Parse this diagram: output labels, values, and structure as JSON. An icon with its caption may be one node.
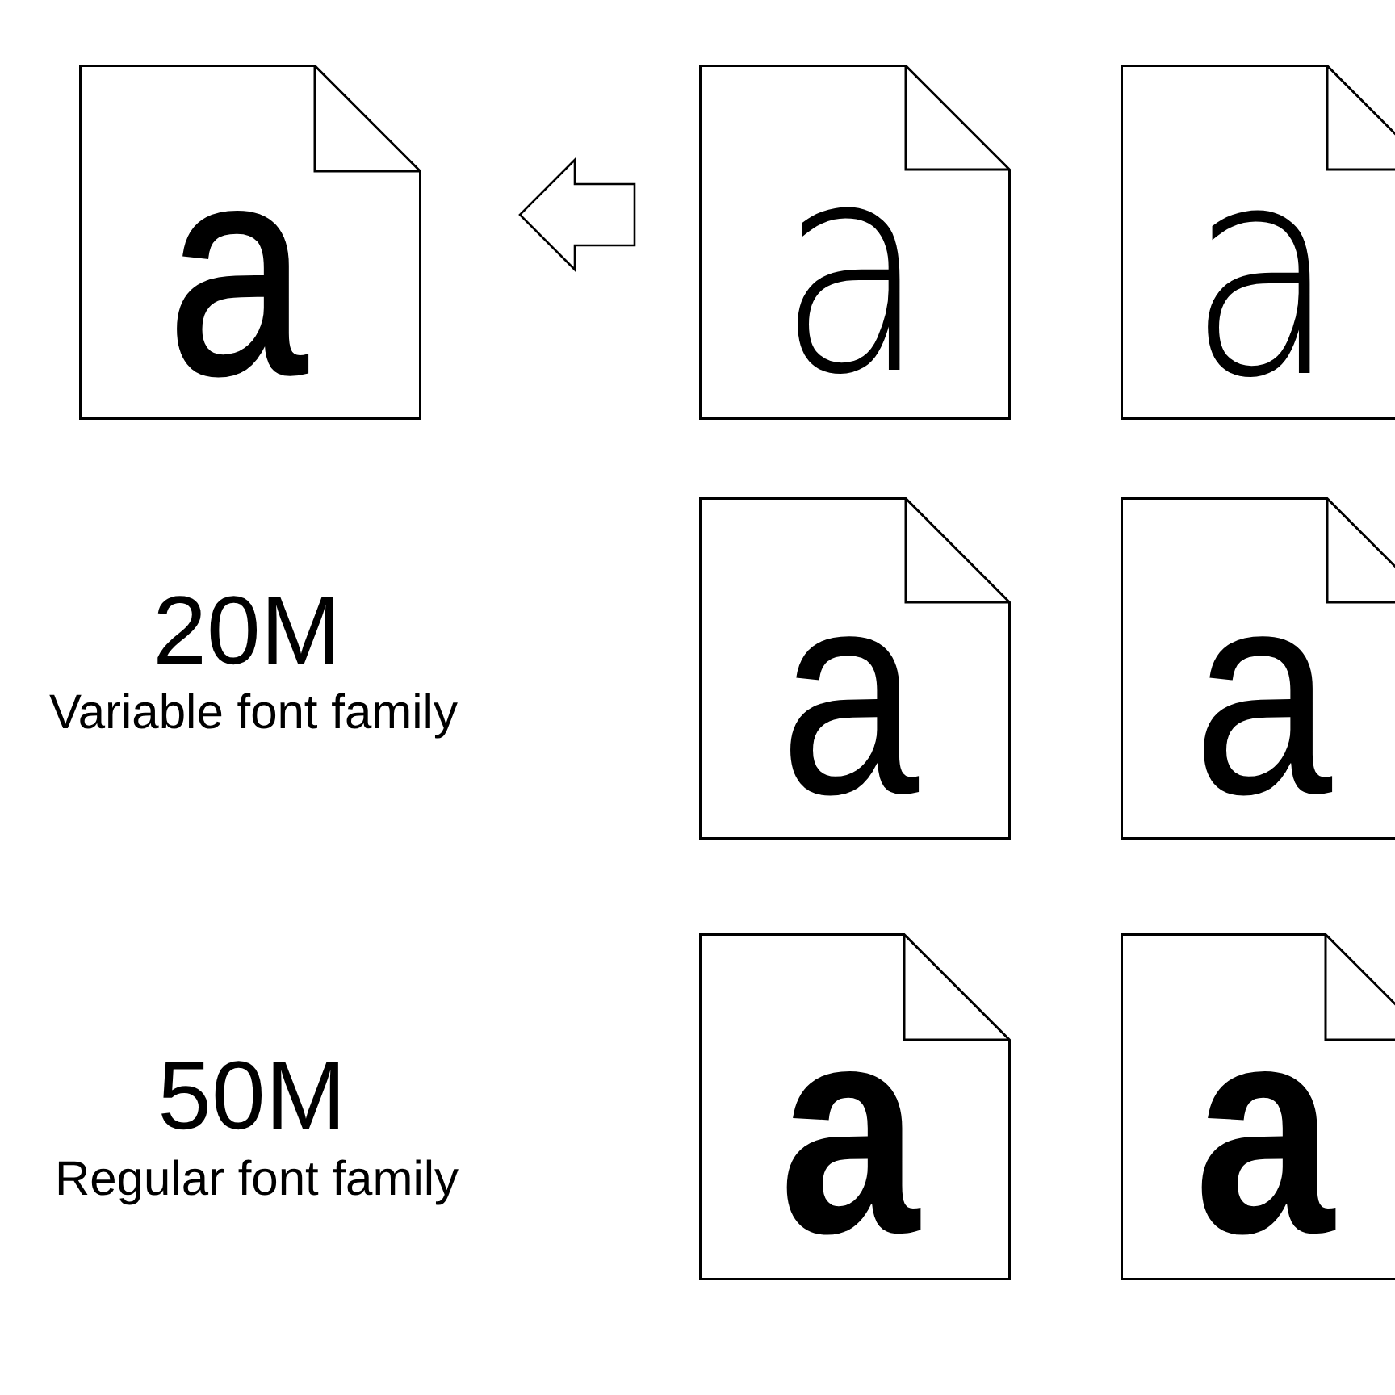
{
  "diagram": {
    "nodes": [
      {
        "text": [
          "a"
        ]
      },
      {
        "text": [
          "a"
        ]
      },
      {
        "text": [
          "a"
        ]
      },
      {
        "text": [
          "a"
        ]
      },
      {
        "text": [
          "a"
        ]
      },
      {
        "text": [
          "a"
        ]
      },
      {
        "text": [
          "a"
        ]
      }
    ],
    "edges": [
      {
        "from": 1,
        "to": 0,
        "arrow": "to"
      }
    ],
    "labels": [
      "20M",
      "Variable font family",
      "50M",
      "Regular font family"
    ]
  }
}
